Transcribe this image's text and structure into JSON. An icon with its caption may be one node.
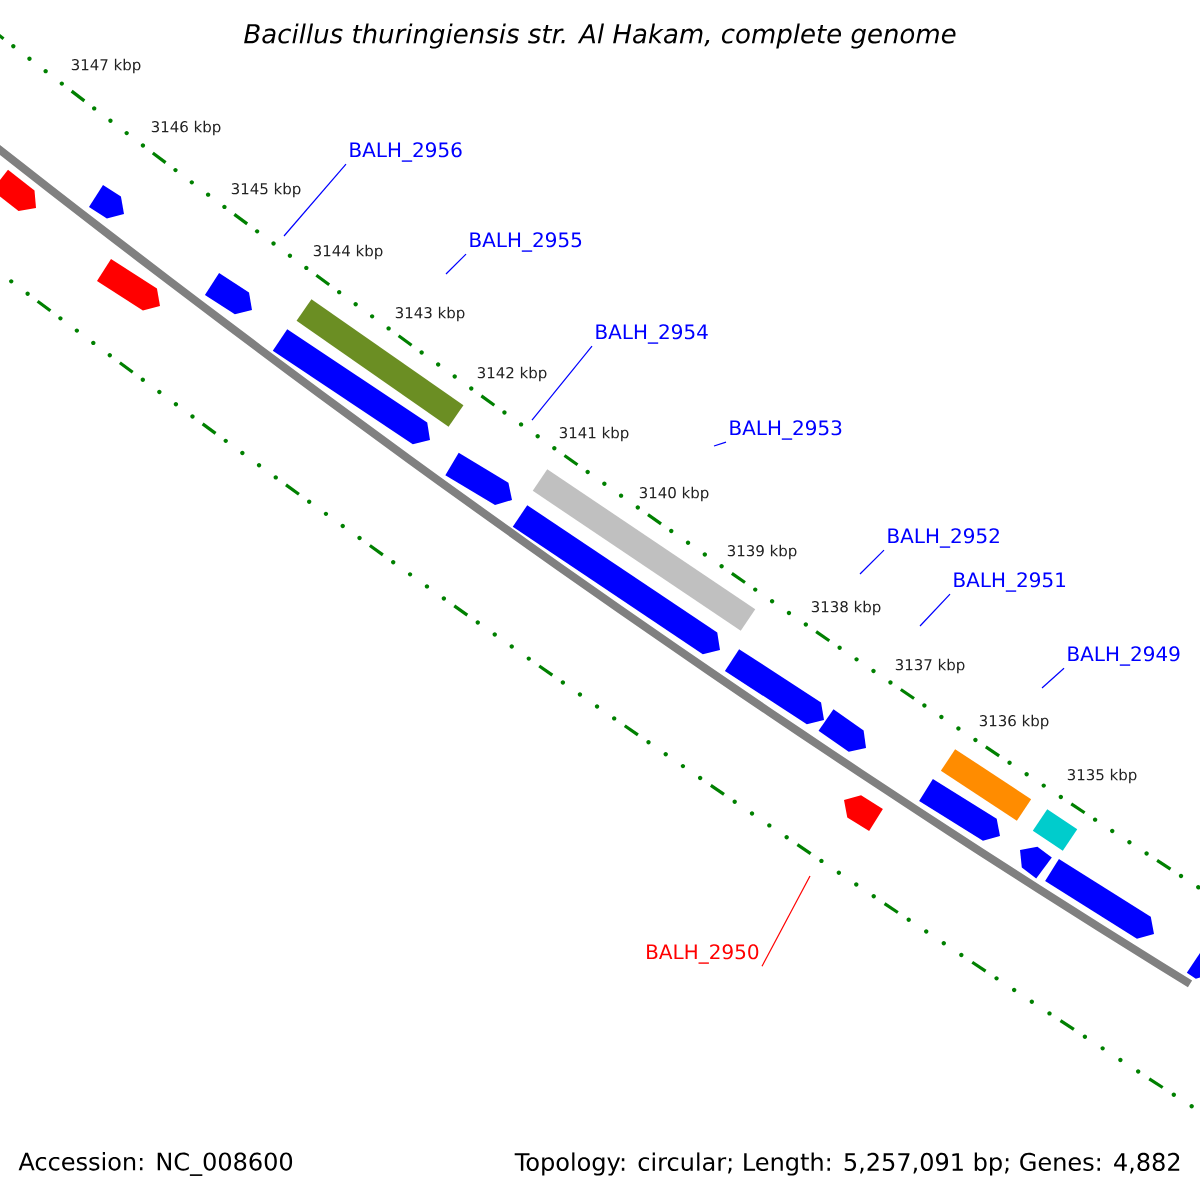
{
  "diagram": {
    "title": "Bacillus thuringiensis str. Al Hakam, complete genome",
    "nodes": [
      {
        "text": [
          "BALH_2956"
        ]
      },
      {
        "text": [
          "BALH_2955"
        ]
      },
      {
        "text": [
          "BALH_2954"
        ]
      },
      {
        "text": [
          "BALH_2953"
        ]
      },
      {
        "text": [
          "BALH_2952"
        ]
      },
      {
        "text": [
          "BALH_2951"
        ]
      },
      {
        "text": [
          "BALH_2949"
        ]
      },
      {
        "text": [
          "BALH_2950"
        ]
      }
    ],
    "edges": [
      {
        "from": 0,
        "to": null,
        "arrow": "none"
      },
      {
        "from": 1,
        "to": null,
        "arrow": "none"
      },
      {
        "from": 2,
        "to": null,
        "arrow": "none"
      },
      {
        "from": 3,
        "to": null,
        "arrow": "none"
      },
      {
        "from": 4,
        "to": null,
        "arrow": "none"
      },
      {
        "from": 5,
        "to": null,
        "arrow": "none"
      },
      {
        "from": 6,
        "to": null,
        "arrow": "none"
      },
      {
        "from": 7,
        "to": null,
        "arrow": "none",
        "color": "#ff0000"
      }
    ],
    "labels": [
      "3147 kbp",
      "3146 kbp",
      "3145 kbp",
      "3144 kbp",
      "3143 kbp",
      "3142 kbp",
      "3141 kbp",
      "3140 kbp",
      "3139 kbp",
      "3138 kbp",
      "3137 kbp",
      "3136 kbp",
      "3135 kbp",
      "Accession: NC_008600",
      "Topology: circular; Length: 5,257,091 bp; Genes: 4,882"
    ]
  }
}
